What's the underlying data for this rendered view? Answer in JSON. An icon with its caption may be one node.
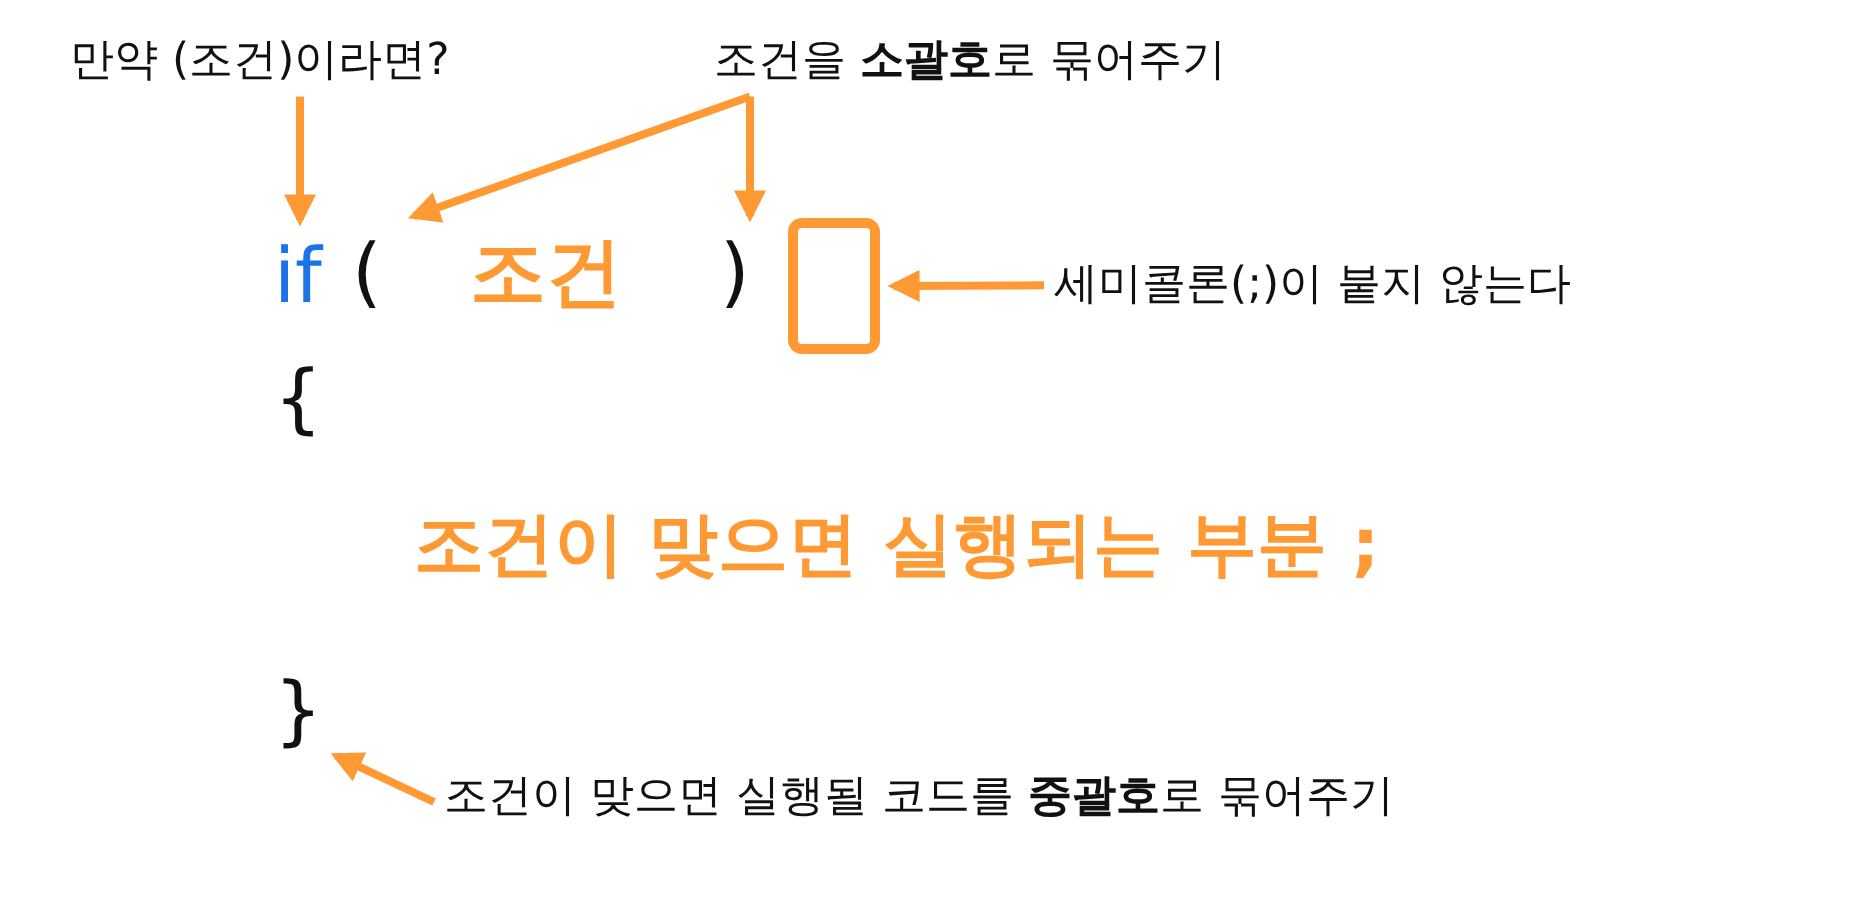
{
  "diagram": {
    "nodes": [
      {
        "text": [
          "만약 (조건)이라면?"
        ]
      },
      {
        "text": [
          "조건을 **소괄호**로 묶어주기"
        ]
      },
      {
        "text": [
          "if"
        ]
      },
      {
        "text": [
          "("
        ]
      },
      {
        "text": [
          "조건"
        ]
      },
      {
        "text": [
          ")"
        ]
      },
      {
        "text": [],
        "shape": "box"
      },
      {
        "text": [
          "세미콜론(;)이 붙지 않는다"
        ]
      },
      {
        "text": [
          "{"
        ]
      },
      {
        "text": [
          "조건이 맞으면 실행되는 부분 ;"
        ]
      },
      {
        "text": [
          "}"
        ]
      },
      {
        "text": [
          "조건이 맞으면 실행될 코드를 **중괄호**로 묶어주기"
        ]
      }
    ],
    "edges": [
      {
        "from": 0,
        "to": 2,
        "arrow": "to"
      },
      {
        "from": 1,
        "to": 3,
        "arrow": "to"
      },
      {
        "from": 1,
        "to": 5,
        "arrow": "to"
      },
      {
        "from": 7,
        "to": 6,
        "arrow": "to"
      },
      {
        "from": 11,
        "to": 10,
        "arrow": "to"
      }
    ]
  }
}
